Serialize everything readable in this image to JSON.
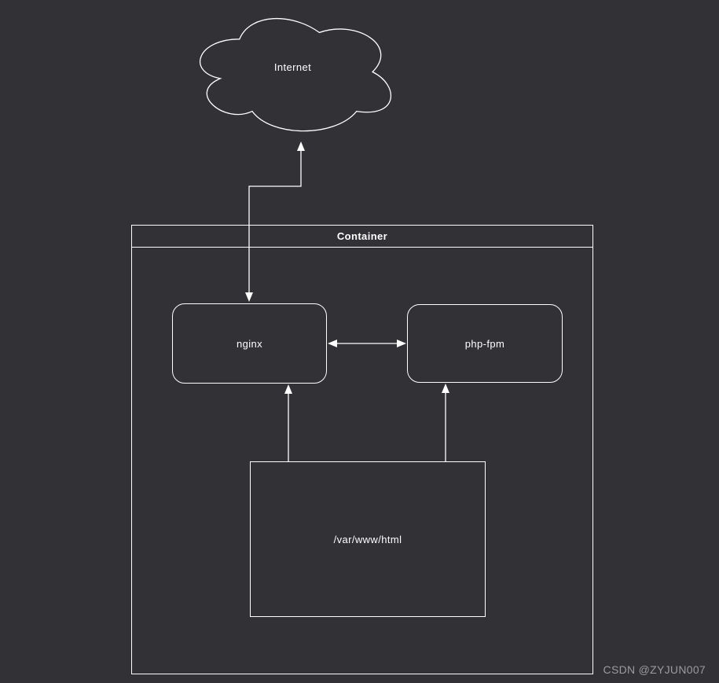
{
  "colors": {
    "canvas-bg": "#313136",
    "line": "#ffffff",
    "text": "#ffffff",
    "watermark": "#9c9c9c"
  },
  "diagram": {
    "internet_label": "Internet",
    "container_label": "Container",
    "nginx_label": "nginx",
    "php_fpm_label": "php-fpm",
    "webroot_label": "/var/www/html"
  },
  "watermark": {
    "text": "CSDN @ZYJUN007"
  }
}
